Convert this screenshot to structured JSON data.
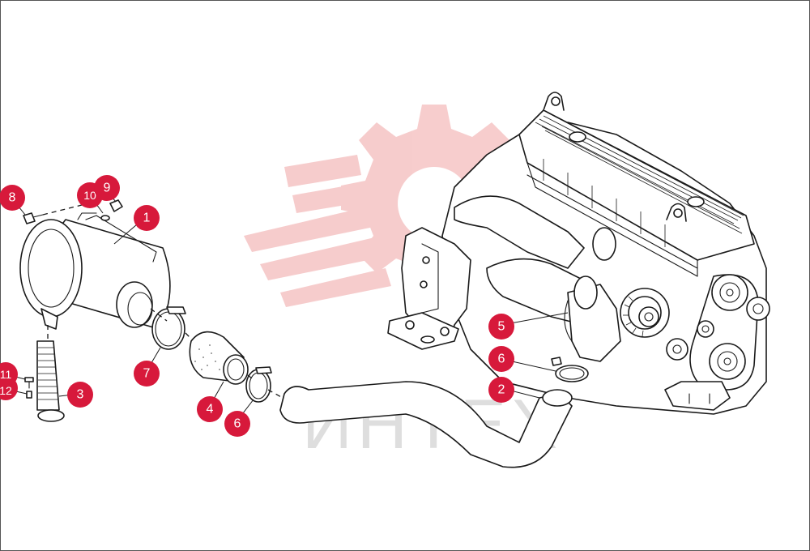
{
  "watermark": {
    "text": "ИНТЕХ",
    "color": "#f2b3b3"
  },
  "callout_color": "#d7193b",
  "callouts": [
    {
      "id": "c1",
      "label": "1"
    },
    {
      "id": "c2",
      "label": "2"
    },
    {
      "id": "c3",
      "label": "3"
    },
    {
      "id": "c4",
      "label": "4"
    },
    {
      "id": "c5",
      "label": "5"
    },
    {
      "id": "c6a",
      "label": "6"
    },
    {
      "id": "c6b",
      "label": "6"
    },
    {
      "id": "c7",
      "label": "7"
    },
    {
      "id": "c8",
      "label": "8"
    },
    {
      "id": "c9",
      "label": "9"
    },
    {
      "id": "c10",
      "label": "10"
    },
    {
      "id": "c11",
      "label": "11"
    },
    {
      "id": "c12",
      "label": "12"
    }
  ]
}
